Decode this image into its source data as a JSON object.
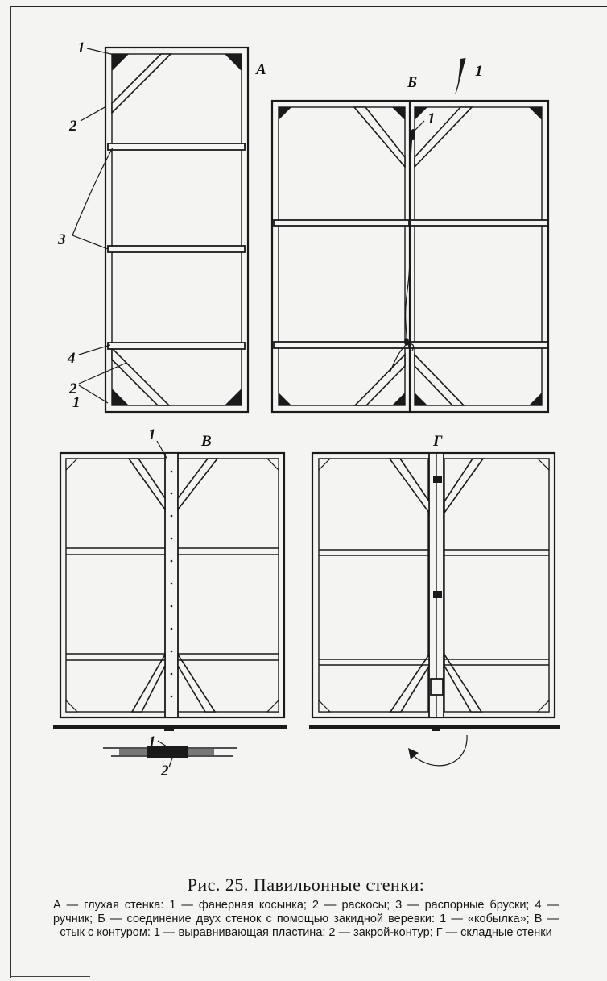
{
  "figure": {
    "panel_labels": {
      "a": "А",
      "b": "Б",
      "v": "В",
      "g": "Г"
    },
    "callouts": {
      "a_gusset_top": "1",
      "a_brace_top": "2",
      "a_spreader": "3",
      "a_handle": "4",
      "a_brace_bottom": "2",
      "a_gusset_bottom": "1",
      "b_kobylka": "1",
      "b_kobylka_detail": "1",
      "v_plate": "1",
      "v_detail_plate": "1",
      "v_detail_contour": "2"
    }
  },
  "caption": {
    "title": "Рис. 25. Павильонные стенки:",
    "body": "А — глухая стенка: 1 — фанерная косынка; 2 — раскосы; 3 — распорные бруски; 4 — ручник; Б — соединение двух стенок с помощью закидной веревки: 1 — «кобылка»; В — стык с контуром: 1 — выравнивающая пластина; 2 — закрой-контур; Г — складные стенки"
  }
}
